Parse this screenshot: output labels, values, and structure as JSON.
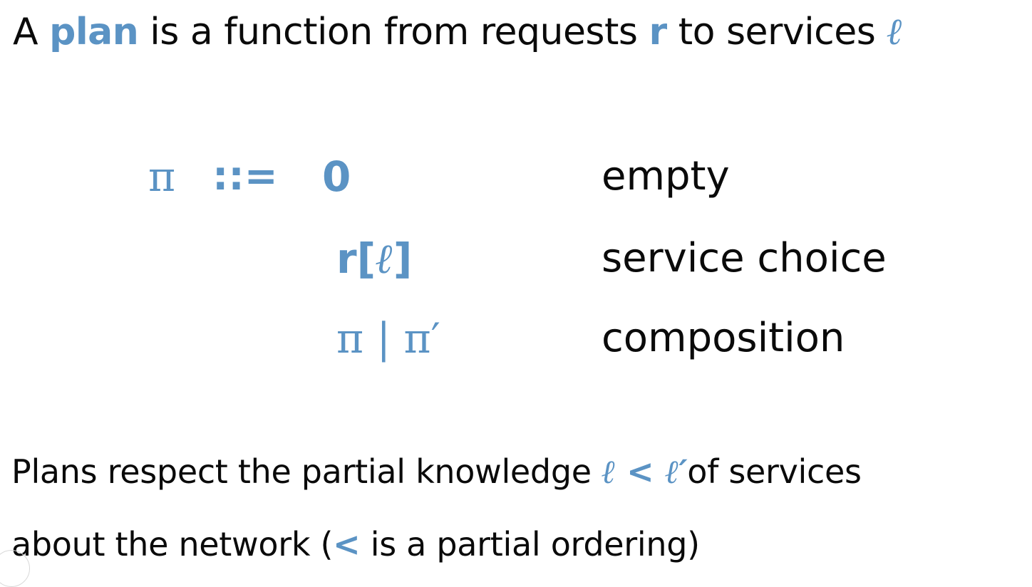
{
  "title": {
    "t1": "A ",
    "plan": "plan",
    "t2": " is a function from requests ",
    "r": "r",
    "t3": " to services ",
    "ell": "ℓ"
  },
  "grammar": {
    "lhs": "π",
    "defines": "::=",
    "rows": [
      {
        "prod": "0",
        "desc": "empty"
      },
      {
        "prod_r": "r",
        "prod_open": "[",
        "prod_ell": "ℓ",
        "prod_close": "]",
        "desc": "service choice"
      },
      {
        "prod": "π | π′",
        "desc": "composition"
      }
    ]
  },
  "para1": {
    "t1": "Plans respect the partial knowledge ",
    "ell1": "ℓ",
    "lt": " < ",
    "ell2": "ℓ′",
    "t2": "of services"
  },
  "para2": {
    "t1": "about the network  (",
    "lt": "<",
    "t2": " is a partial ordering)"
  }
}
